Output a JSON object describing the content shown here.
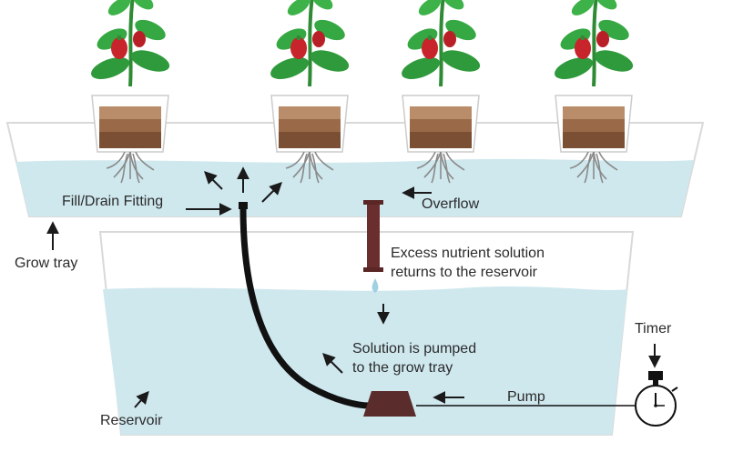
{
  "labels": {
    "fill_drain": "Fill/Drain Fitting",
    "overflow": "Overflow",
    "grow_tray": "Grow tray",
    "excess_line1": "Excess nutrient solution",
    "excess_line2": "returns to the reservoir",
    "timer": "Timer",
    "pumped_line1": "Solution is pumped",
    "pumped_line2": "to the grow tray",
    "pump": "Pump",
    "reservoir": "Reservoir"
  },
  "colors": {
    "water": "#cfe8ee",
    "tray_outline": "#d9d9d9",
    "soil_top": "#b98d6a",
    "soil_mid": "#9a6a48",
    "soil_bottom": "#7a4f33",
    "leaf": "#2f9a3b",
    "pepper": "#c8242b",
    "overflow_pipe": "#6a2e2e",
    "pump": "#5b2c2c",
    "hose": "#111111",
    "arrow": "#1a1a1a"
  }
}
